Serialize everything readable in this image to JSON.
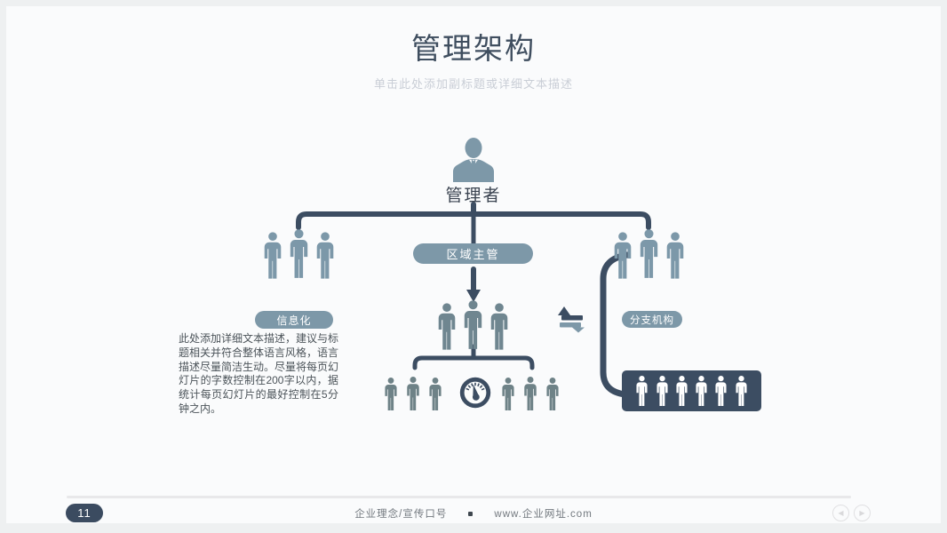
{
  "slide": {
    "title": "管理架构",
    "subtitle": "单击此处添加副标题或详细文本描述"
  },
  "org_chart": {
    "root": {
      "label": "管理者"
    },
    "pills": {
      "region": "区域主管",
      "info": "信息化",
      "branch": "分支机构"
    },
    "description": "此处添加详细文本描述，建议与标题相关并符合整体语言风格，语言描述尽量简洁生动。尽量将每页幻灯片的字数控制在200字以内，据统计每页幻灯片的最好控制在5分钟之内。",
    "groups": {
      "left_people": 3,
      "right_people": 3,
      "middle_people": 3,
      "ops_left_people": 3,
      "ops_right_people": 3,
      "branch_box_people": 6
    },
    "icons": [
      "manager-icon",
      "person-icon",
      "gauge-icon",
      "sync-arrows-icon"
    ]
  },
  "footer": {
    "page_number": "11",
    "slogan": "企业理念/宣传口号",
    "separator": "•",
    "website": "www.企业网址.com",
    "nav": {
      "prev": "◀",
      "next": "▶"
    }
  },
  "colors": {
    "dark_navy": "#3c4d62",
    "blue_gray": "#7d98a8",
    "sage_gray": "#6f8690",
    "title_text": "#3f4e5f",
    "subtitle_text": "#c9ced6",
    "body_text": "#4b5359",
    "footer_text": "#73797f"
  }
}
